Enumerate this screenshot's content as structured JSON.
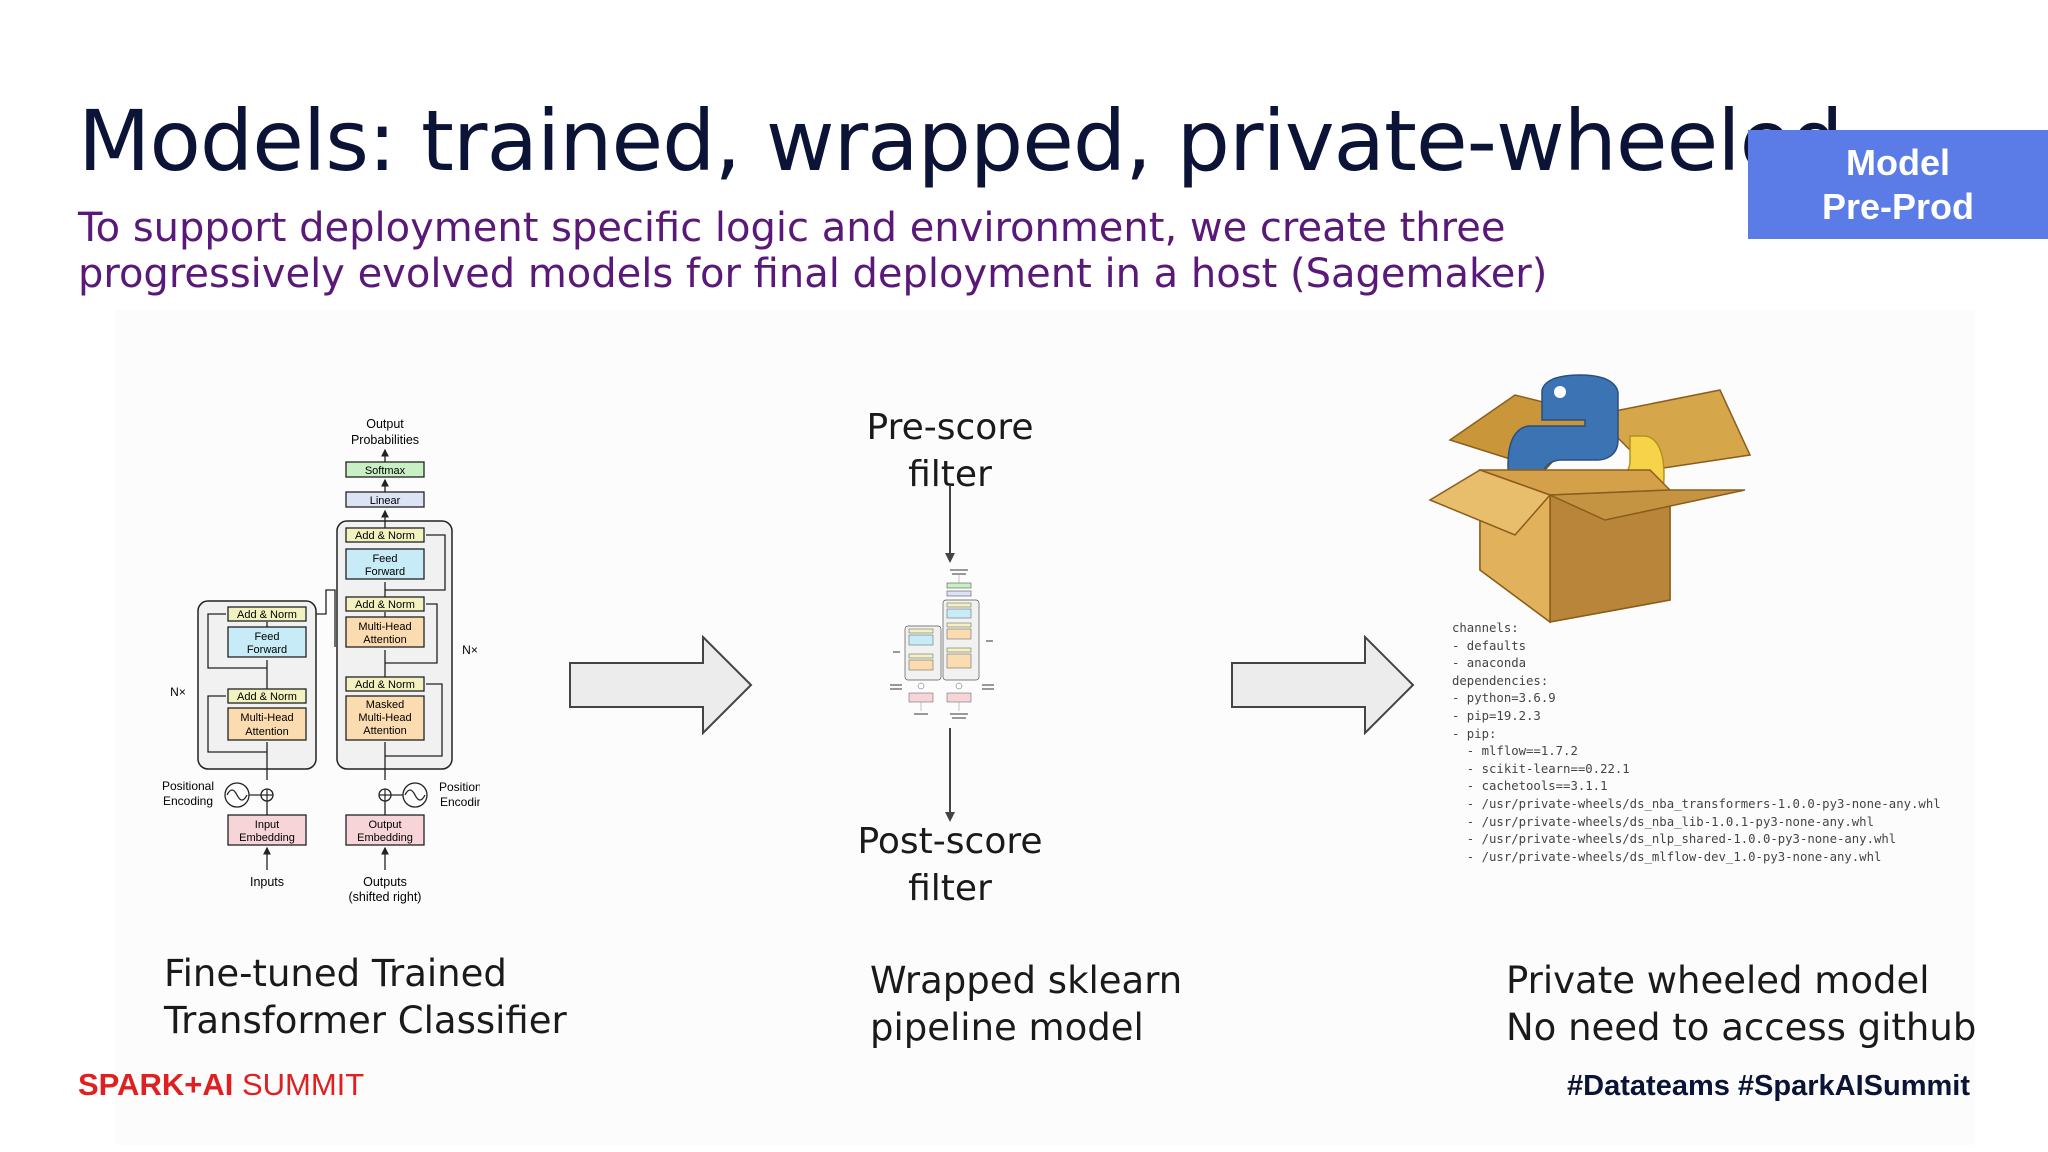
{
  "slide": {
    "title": "Models: trained, wrapped, private-wheeled",
    "subtitle": "To support deployment specific logic and environment, we create three progressively evolved models for final deployment in a host (Sagemaker)",
    "badge_line1": "Model",
    "badge_line2": "Pre-Prod"
  },
  "transformer": {
    "output_probabilities": [
      "Output",
      "Probabilities"
    ],
    "softmax": "Softmax",
    "linear": "Linear",
    "add_norm": "Add & Norm",
    "feed_forward": [
      "Feed",
      "Forward"
    ],
    "multi_head_attention": [
      "Multi-Head",
      "Attention"
    ],
    "masked_multi_head_attention": [
      "Masked",
      "Multi-Head",
      "Attention"
    ],
    "nx": "N×",
    "positional_encoding": [
      "Positional",
      "Encoding"
    ],
    "input_embedding": [
      "Input",
      "Embedding"
    ],
    "output_embedding": [
      "Output",
      "Embedding"
    ],
    "inputs": "Inputs",
    "outputs": [
      "Outputs",
      "(shifted right)"
    ]
  },
  "columns": {
    "left_caption_line1": "Fine-tuned Trained",
    "left_caption_line2": "Transformer Classifier",
    "middle_caption_line1": "Wrapped sklearn",
    "middle_caption_line2": "pipeline model",
    "right_caption_line1": "Private wheeled model",
    "right_caption_line2": "No need to access github",
    "prescore_line1": "Pre-score",
    "prescore_line2": "filter",
    "postscore_line1": "Post-score",
    "postscore_line2": "filter"
  },
  "conda_yaml": [
    "channels:",
    "- defaults",
    "- anaconda",
    "dependencies:",
    "- python=3.6.9",
    "- pip=19.2.3",
    "- pip:",
    "  - mlflow==1.7.2",
    "  - scikit-learn==0.22.1",
    "  - cachetools==3.1.1",
    "  - /usr/private-wheels/ds_nba_transformers-1.0.0-py3-none-any.whl",
    "  - /usr/private-wheels/ds_nba_lib-1.0.1-py3-none-any.whl",
    "  - /usr/private-wheels/ds_nlp_shared-1.0.0-py3-none-any.whl",
    "  - /usr/private-wheels/ds_mlflow-dev_1.0-py3-none-any.whl"
  ],
  "footer": {
    "logo_spark": "SPARK+AI",
    "logo_summit": "SUMMIT",
    "tags": "#Datateams  #SparkAISummit"
  },
  "colors": {
    "title": "#0b1437",
    "subtitle": "#5a1878",
    "badge": "#5b7ce6",
    "logo": "#e02020"
  }
}
